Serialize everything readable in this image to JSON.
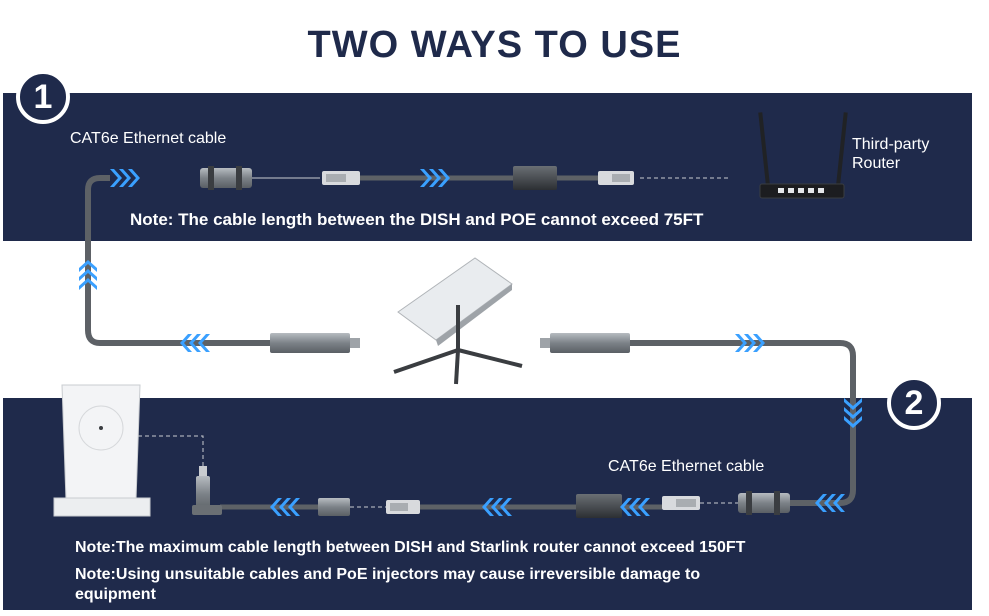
{
  "title": "TWO WAYS TO USE",
  "option1": {
    "number": "1",
    "cable_label": "CAT6e Ethernet cable",
    "router_label_line1": "Third-party",
    "router_label_line2": "Router",
    "note": "Note: The cable length between the DISH and POE cannot exceed 75FT"
  },
  "option2": {
    "number": "2",
    "cable_label": "CAT6e Ethernet cable",
    "note1": "Note:The maximum cable length between DISH and Starlink router cannot exceed 150FT",
    "note2_line1": "Note:Using unsuitable cables and PoE injectors may cause irreversible damage to",
    "note2_line2": "equipment"
  },
  "colors": {
    "navy": "#1f2a4b",
    "cable": "#5d6166",
    "arrow": "#3aa0ff",
    "connector": "#8a8f94"
  },
  "icons": [
    "arrow-chevron-icon",
    "router-icon",
    "starlink-dish-icon",
    "starlink-router-icon",
    "poe-injector-icon",
    "rj45-connector-icon"
  ]
}
